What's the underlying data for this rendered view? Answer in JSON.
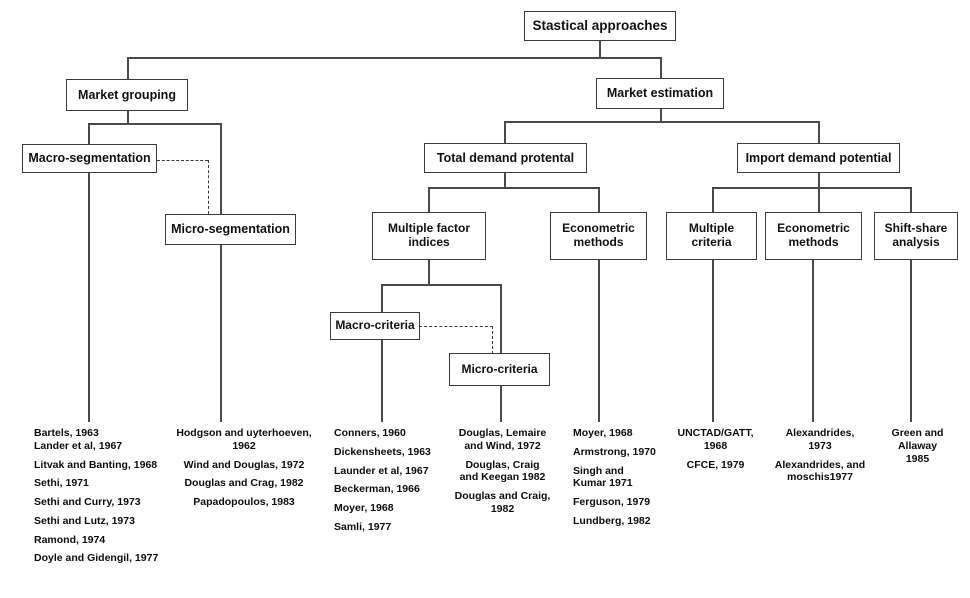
{
  "diagram": {
    "title_box": "Stastical approaches",
    "level2": {
      "market_grouping": "Market grouping",
      "market_estimation": "Market estimation"
    },
    "level3": {
      "macro_segmentation": "Macro-segmentation",
      "total_demand": "Total demand protental",
      "import_demand": "Import demand potential"
    },
    "level3b": {
      "micro_segmentation": "Micro-segmentation"
    },
    "level4": {
      "multiple_factor_indices_l1": "Multiple factor",
      "multiple_factor_indices_l2": "indices",
      "econometric_methods_a_l1": "Econometric",
      "econometric_methods_a_l2": "methods",
      "multiple_criteria_l1": "Multiple",
      "multiple_criteria_l2": "criteria",
      "econometric_methods_b_l1": "Econometric",
      "econometric_methods_b_l2": "methods",
      "shift_share_l1": "Shift-share",
      "shift_share_l2": "analysis"
    },
    "level5": {
      "macro_criteria": "Macro-criteria",
      "micro_criteria": "Micro-criteria"
    },
    "references": {
      "col1": {
        "align": "left",
        "groups": [
          [
            "Bartels, 1963",
            "Lander et al, 1967"
          ],
          [
            "Litvak and Banting, 1968"
          ],
          [
            "Sethi, 1971"
          ],
          [
            "Sethi and Curry, 1973"
          ],
          [
            "Sethi and Lutz, 1973"
          ],
          [
            "Ramond, 1974"
          ],
          [
            "Doyle and Gidengil, 1977"
          ]
        ]
      },
      "col2": {
        "align": "center",
        "groups": [
          [
            "Hodgson and uyterhoeven,",
            "1962"
          ],
          [
            "Wind and Douglas, 1972"
          ],
          [
            "Douglas and Crag, 1982"
          ],
          [
            "Papadopoulos, 1983"
          ]
        ]
      },
      "col3": {
        "align": "left",
        "groups": [
          [
            "Conners, 1960"
          ],
          [
            "Dickensheets, 1963"
          ],
          [
            "Launder et al, 1967"
          ],
          [
            "Beckerman, 1966"
          ],
          [
            "Moyer, 1968"
          ],
          [
            "Samli, 1977"
          ]
        ]
      },
      "col4": {
        "align": "center",
        "groups": [
          [
            "Douglas, Lemaire",
            "and Wind, 1972"
          ],
          [
            "Douglas, Craig",
            "and Keegan 1982"
          ],
          [
            "Douglas and Craig,",
            "1982"
          ]
        ]
      },
      "col5": {
        "align": "left",
        "groups": [
          [
            "Moyer, 1968"
          ],
          [
            "Armstrong, 1970"
          ],
          [
            "Singh and",
            "Kumar 1971"
          ],
          [
            "Ferguson, 1979"
          ],
          [
            "Lundberg, 1982"
          ]
        ]
      },
      "col6": {
        "align": "center",
        "groups": [
          [
            "UNCTAD/GATT,",
            "1968"
          ],
          [
            "CFCE, 1979"
          ]
        ]
      },
      "col7": {
        "align": "center",
        "groups": [
          [
            "Alexandrides,",
            "1973"
          ],
          [
            "Alexandrides, and",
            "moschis1977"
          ]
        ]
      },
      "col8": {
        "align": "center",
        "groups": [
          [
            "Green and",
            "Allaway",
            "1985"
          ]
        ]
      }
    },
    "colors": {
      "background": "#ffffff",
      "box_border": "#3a3a3a",
      "connector": "#4a4a4a",
      "text": "#000000"
    }
  }
}
